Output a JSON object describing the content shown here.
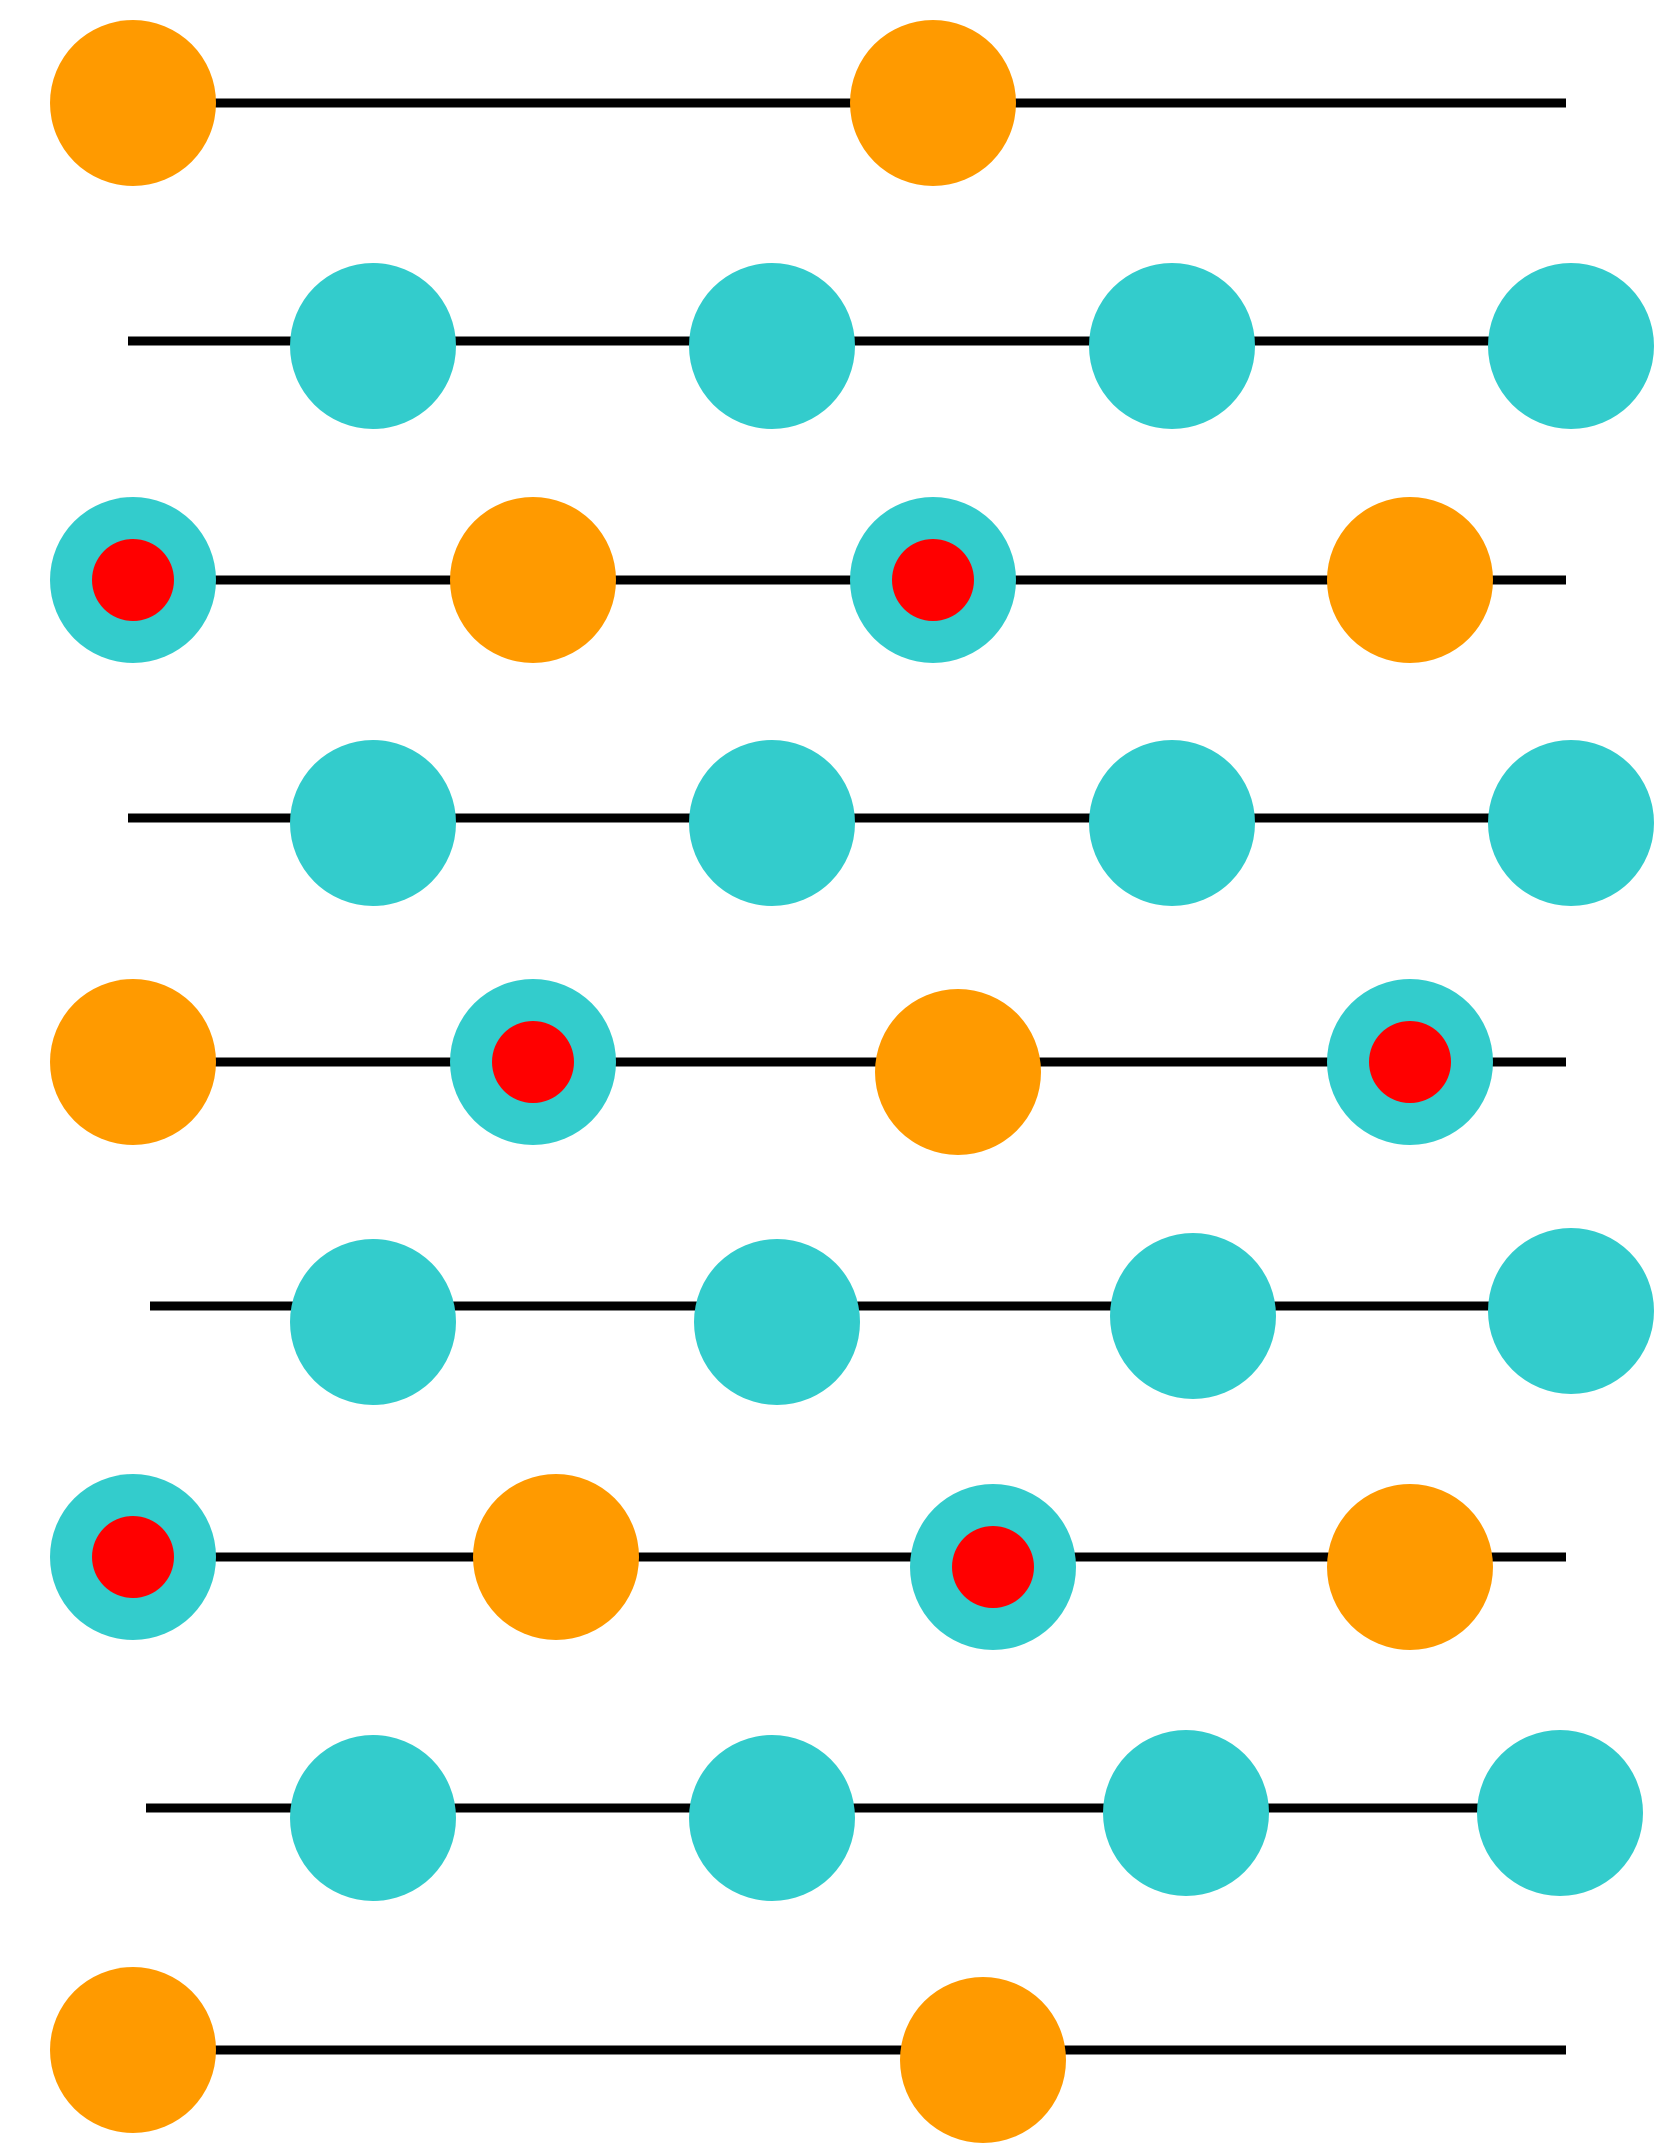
{
  "colors": {
    "background": "#ffffff",
    "line": "#000000",
    "orange": "#FF9A00",
    "cyan": "#33CCCC",
    "red": "#FF0000"
  },
  "rows": [
    {
      "nodes": [
        "orange",
        "orange"
      ]
    },
    {
      "nodes": [
        "cyan",
        "cyan",
        "cyan",
        "cyan"
      ]
    },
    {
      "nodes": [
        "cyan-red",
        "orange",
        "cyan-red",
        "orange"
      ]
    },
    {
      "nodes": [
        "cyan",
        "cyan",
        "cyan",
        "cyan"
      ]
    },
    {
      "nodes": [
        "orange",
        "cyan-red",
        "orange",
        "cyan-red"
      ]
    },
    {
      "nodes": [
        "cyan",
        "cyan",
        "cyan",
        "cyan"
      ]
    },
    {
      "nodes": [
        "cyan-red",
        "orange",
        "cyan-red",
        "orange"
      ]
    },
    {
      "nodes": [
        "cyan",
        "cyan",
        "cyan",
        "cyan"
      ]
    },
    {
      "nodes": [
        "orange",
        "orange"
      ]
    }
  ]
}
